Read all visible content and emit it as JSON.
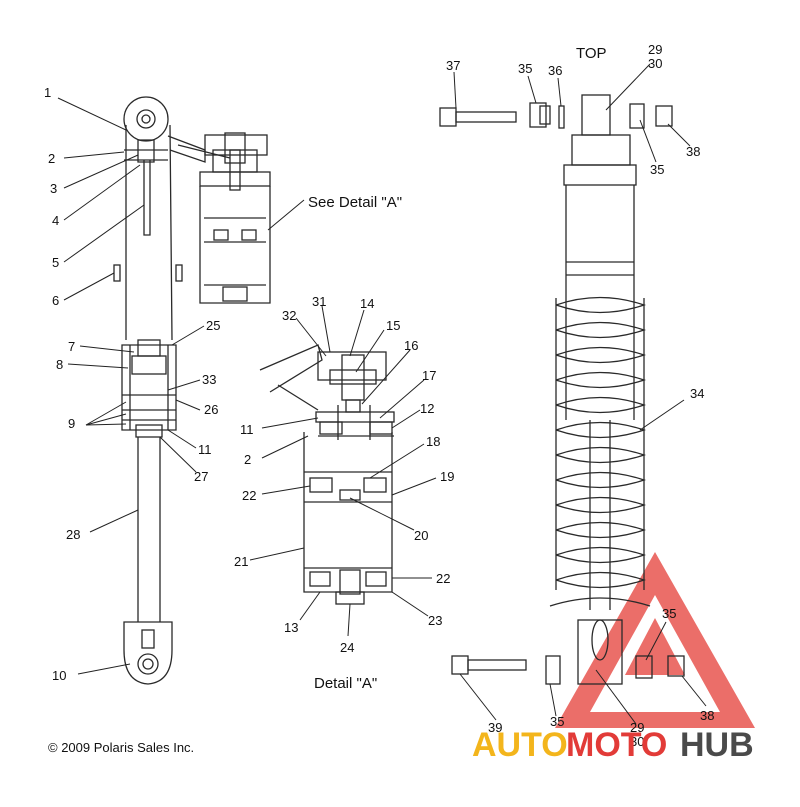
{
  "captions": {
    "see_detail": "See Detail \"A\"",
    "detail": "Detail \"A\"",
    "top": "TOP",
    "copyright": "© 2009 Polaris Sales Inc."
  },
  "watermark": {
    "part1": "AUTO",
    "part2": "MOTO",
    "part3": "HUB",
    "colors": {
      "auto": "#f3b51c",
      "moto": "#e23b38",
      "hub": "#4a4a4a",
      "triangle": "#e23b38"
    }
  },
  "callouts": {
    "c1": "1",
    "c2": "2",
    "c3": "3",
    "c4": "4",
    "c5": "5",
    "c6": "6",
    "c7": "7",
    "c8": "8",
    "c9": "9",
    "c10": "10",
    "c25": "25",
    "c33": "33",
    "c26": "26",
    "c11": "11",
    "c27": "27",
    "c28": "28",
    "d31": "31",
    "d14": "14",
    "d32": "32",
    "d15": "15",
    "d16": "16",
    "d17": "17",
    "d11": "11",
    "d12": "12",
    "d2": "2",
    "d18": "18",
    "d19": "19",
    "d22a": "22",
    "d20": "20",
    "d21": "21",
    "d22b": "22",
    "d13": "13",
    "d23": "23",
    "d24": "24",
    "r37": "37",
    "r35a": "35",
    "r36": "36",
    "r29a": "29",
    "r30a": "30",
    "r35b": "35",
    "r38a": "38",
    "r34": "34",
    "r35c": "35",
    "r39": "39",
    "r35d": "35",
    "r29b": "29",
    "r30b": "30",
    "r38b": "38"
  }
}
